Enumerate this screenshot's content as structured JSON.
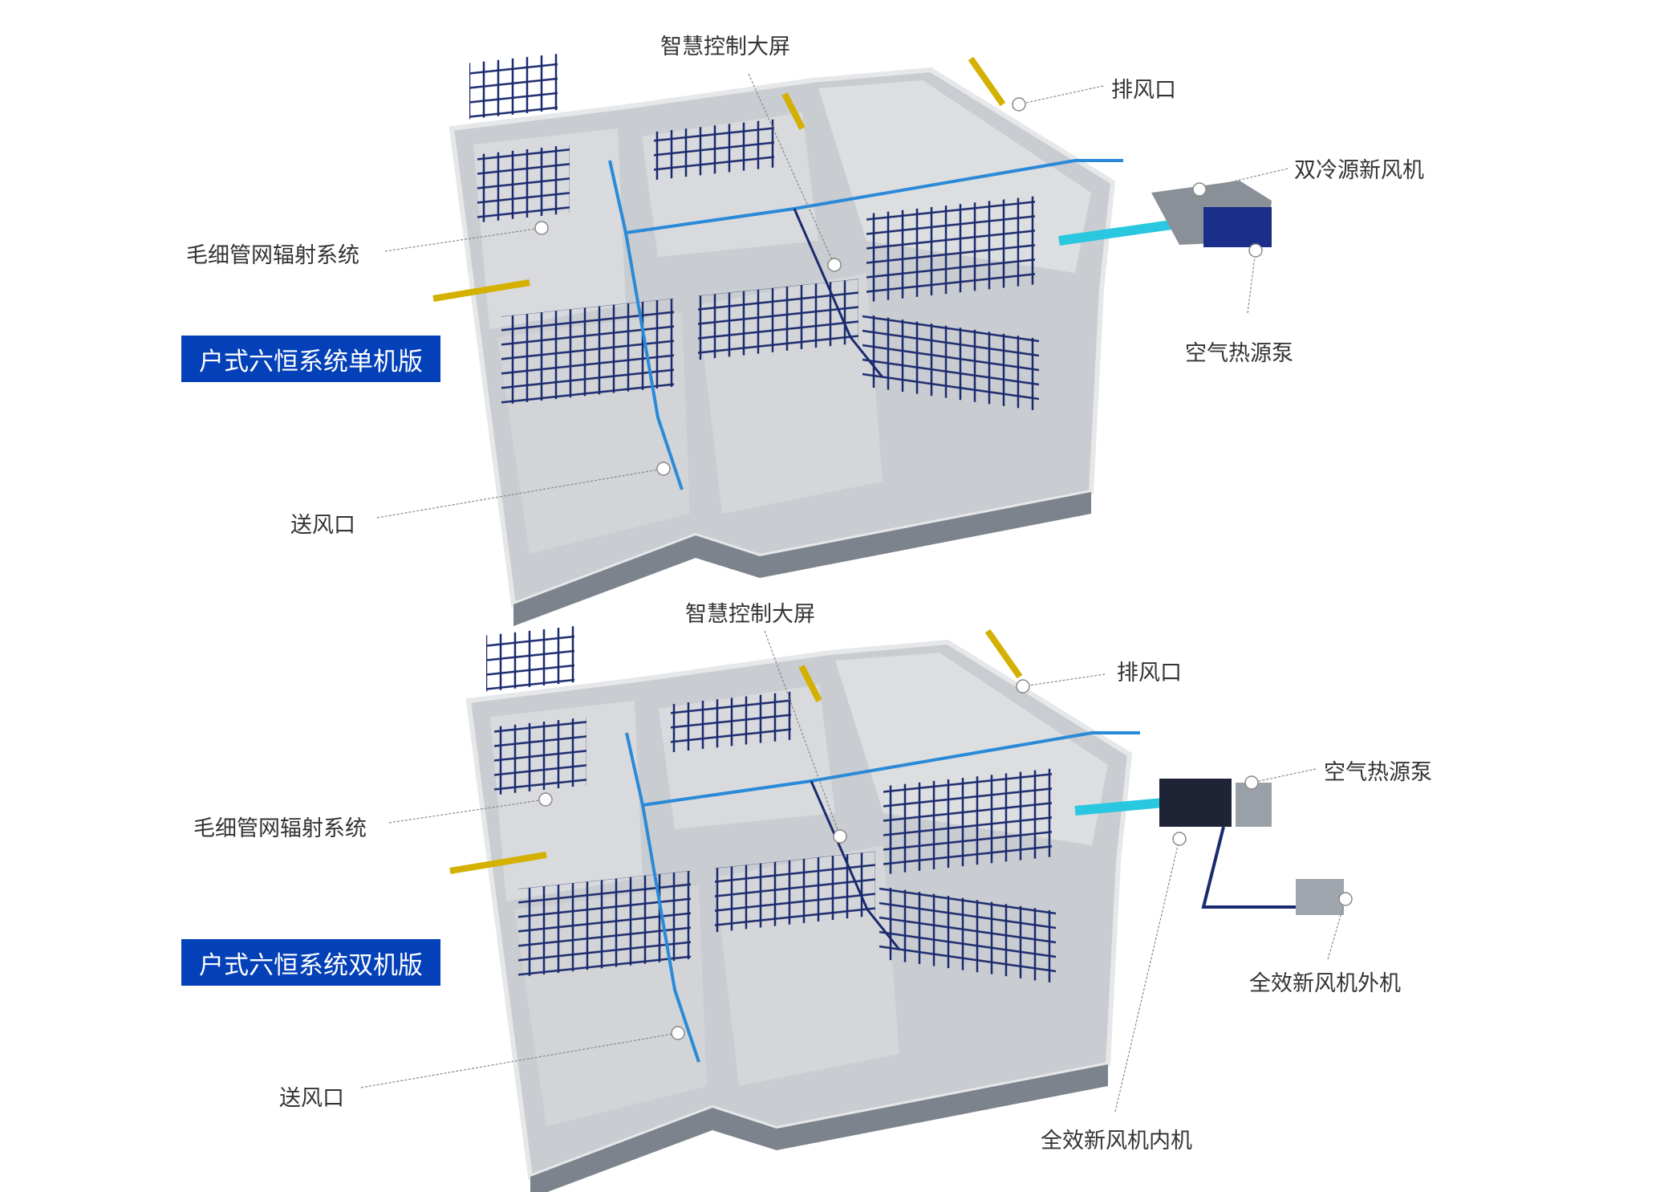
{
  "colors": {
    "badge": "#0440b8",
    "pipe": "#1a2a6e",
    "duct": "#2a8ad8",
    "exhaust": "#d4b000",
    "fresh_air": "#29c8e0"
  },
  "single": {
    "title": "户式六恒系统单机版",
    "labels": {
      "control_screen": "智慧控制大屏",
      "exhaust": "排风口",
      "dual_cold_fresh_air": "双冷源新风机",
      "capillary": "毛细管网辐射系统",
      "heat_pump": "空气热源泵",
      "supply": "送风口"
    }
  },
  "dual": {
    "title": "户式六恒系统双机版",
    "labels": {
      "control_screen": "智慧控制大屏",
      "exhaust": "排风口",
      "heat_pump": "空气热源泵",
      "capillary": "毛细管网辐射系统",
      "outdoor_unit": "全效新风机外机",
      "supply": "送风口",
      "indoor_unit": "全效新风机内机"
    }
  }
}
